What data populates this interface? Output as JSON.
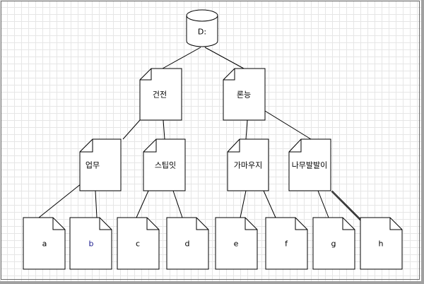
{
  "diagram": {
    "root": "D:",
    "level1": [
      "건전",
      "론능"
    ],
    "level2": [
      "업무",
      "스팁잇",
      "가마우지",
      "나무발발이"
    ],
    "leaves": [
      "a",
      "b",
      "c",
      "d",
      "e",
      "f",
      "g",
      "h"
    ]
  },
  "colors": {
    "grid": "#e6e6e6",
    "stroke": "#000000",
    "fill": "#ffffff",
    "leaf_text_accent": "#1a1a8c"
  }
}
